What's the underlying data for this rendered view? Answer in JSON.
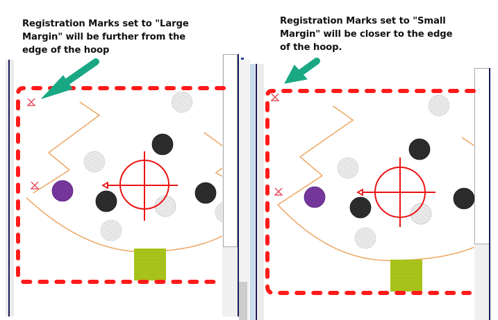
{
  "captions": {
    "left": [
      "Registration Marks set to \"Large",
      "Margin\" will be further from the",
      "edge of the hoop"
    ],
    "right": [
      "Registration Marks set to \"Small",
      "Margin\" will be closer to the edge",
      "of the hoop."
    ]
  },
  "panels": [
    {
      "name": "large-margin",
      "setting": "Large Margin"
    },
    {
      "name": "small-margin",
      "setting": "Small Margin"
    }
  ],
  "icons": {
    "arrow": "green-pointer-arrow",
    "reg_mark": "registration-mark-x",
    "crosshair": "center-crosshair",
    "hoop": "hoop-boundary-dashed"
  },
  "colors": {
    "arrow": "#1aa884",
    "hoop_dash": "#ff1a1a",
    "reg_mark": "#e64a5a",
    "crosshair": "#ee1111",
    "outline": "#e8913e",
    "trunk": "#a8c81c",
    "black_ball": "#2b2b2b",
    "white_ball": "#e6e6e6",
    "purple_ball": "#7a3aa0"
  }
}
